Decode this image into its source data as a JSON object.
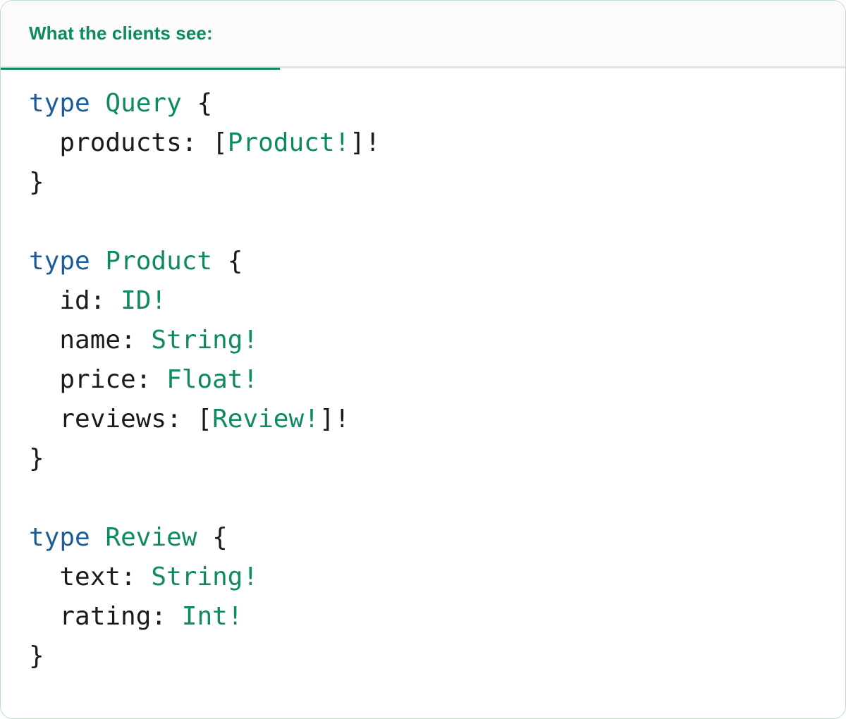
{
  "card": {
    "border_color": "#bfdccb",
    "background": "#ffffff"
  },
  "header": {
    "background": "#fbfbfb",
    "tab": {
      "label": "What the clients see:",
      "active": true,
      "accent_color": "#0d8a62",
      "underline_color": "#0d8a62",
      "divider_color": "#e4e4e4"
    }
  },
  "colors": {
    "keyword": "#1c5d99",
    "type_name": "#0d8a62",
    "field_name": "#1b1b1b",
    "punctuation": "#1b1b1b",
    "accent_green": "#0d8a62"
  },
  "code": {
    "language": "graphql",
    "plain_text": "type Query {\n  products: [Product!]!\n}\n\ntype Product {\n  id: ID!\n  name: String!\n  price: Float!\n  reviews: [Review!]!\n}\n\ntype Review {\n  text: String!\n  rating: Int!\n}",
    "lines": [
      {
        "id": "l1",
        "tokens": [
          {
            "t": "type",
            "c": "kw"
          },
          {
            "t": " ",
            "c": "punc"
          },
          {
            "t": "Query",
            "c": "type"
          },
          {
            "t": " {",
            "c": "punc"
          }
        ]
      },
      {
        "id": "l2",
        "tokens": [
          {
            "t": "  ",
            "c": "punc"
          },
          {
            "t": "products",
            "c": "field"
          },
          {
            "t": ": [",
            "c": "punc"
          },
          {
            "t": "Product!",
            "c": "type"
          },
          {
            "t": "]!",
            "c": "punc"
          }
        ]
      },
      {
        "id": "l3",
        "tokens": [
          {
            "t": "}",
            "c": "punc"
          }
        ]
      },
      {
        "id": "l4",
        "tokens": [
          {
            "t": "",
            "c": "punc"
          }
        ]
      },
      {
        "id": "l5",
        "tokens": [
          {
            "t": "type",
            "c": "kw"
          },
          {
            "t": " ",
            "c": "punc"
          },
          {
            "t": "Product",
            "c": "type"
          },
          {
            "t": " {",
            "c": "punc"
          }
        ]
      },
      {
        "id": "l6",
        "tokens": [
          {
            "t": "  ",
            "c": "punc"
          },
          {
            "t": "id",
            "c": "field"
          },
          {
            "t": ": ",
            "c": "punc"
          },
          {
            "t": "ID!",
            "c": "type"
          }
        ]
      },
      {
        "id": "l7",
        "tokens": [
          {
            "t": "  ",
            "c": "punc"
          },
          {
            "t": "name",
            "c": "field"
          },
          {
            "t": ": ",
            "c": "punc"
          },
          {
            "t": "String!",
            "c": "type"
          }
        ]
      },
      {
        "id": "l8",
        "tokens": [
          {
            "t": "  ",
            "c": "punc"
          },
          {
            "t": "price",
            "c": "field"
          },
          {
            "t": ": ",
            "c": "punc"
          },
          {
            "t": "Float!",
            "c": "type"
          }
        ]
      },
      {
        "id": "l9",
        "tokens": [
          {
            "t": "  ",
            "c": "punc"
          },
          {
            "t": "reviews",
            "c": "field"
          },
          {
            "t": ": [",
            "c": "punc"
          },
          {
            "t": "Review!",
            "c": "type"
          },
          {
            "t": "]!",
            "c": "punc"
          }
        ]
      },
      {
        "id": "l10",
        "tokens": [
          {
            "t": "}",
            "c": "punc"
          }
        ]
      },
      {
        "id": "l11",
        "tokens": [
          {
            "t": "",
            "c": "punc"
          }
        ]
      },
      {
        "id": "l12",
        "tokens": [
          {
            "t": "type",
            "c": "kw"
          },
          {
            "t": " ",
            "c": "punc"
          },
          {
            "t": "Review",
            "c": "type"
          },
          {
            "t": " {",
            "c": "punc"
          }
        ]
      },
      {
        "id": "l13",
        "tokens": [
          {
            "t": "  ",
            "c": "punc"
          },
          {
            "t": "text",
            "c": "field"
          },
          {
            "t": ": ",
            "c": "punc"
          },
          {
            "t": "String!",
            "c": "type"
          }
        ]
      },
      {
        "id": "l14",
        "tokens": [
          {
            "t": "  ",
            "c": "punc"
          },
          {
            "t": "rating",
            "c": "field"
          },
          {
            "t": ": ",
            "c": "punc"
          },
          {
            "t": "Int!",
            "c": "type"
          }
        ]
      },
      {
        "id": "l15",
        "tokens": [
          {
            "t": "}",
            "c": "punc"
          }
        ]
      }
    ]
  }
}
